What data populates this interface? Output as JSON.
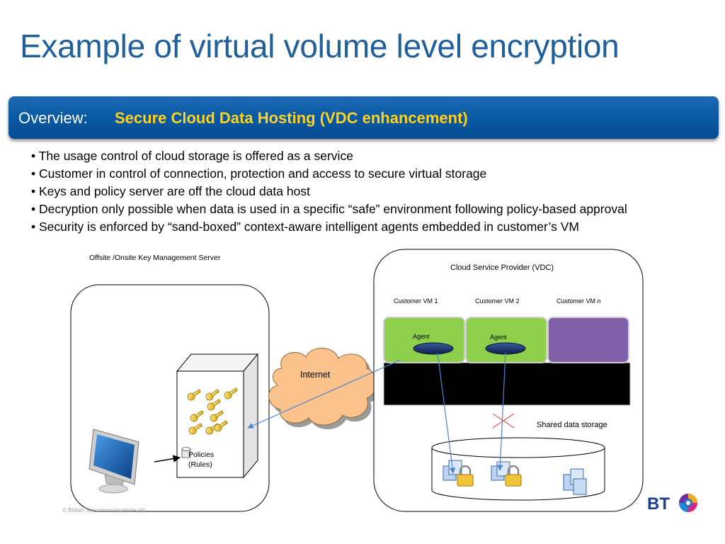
{
  "slide": {
    "title": "Example of virtual volume level encryption",
    "banner_lead": "Overview:",
    "banner_highlight": "Secure Cloud Data Hosting (VDC enhancement)",
    "bullets": [
      "The usage control of cloud storage is offered as a service",
      "Customer in control of connection, protection and access to secure virtual storage",
      "Keys and policy server are off the cloud data host",
      "Decryption only possible when data is used in a specific “safe” environment following policy-based approval",
      "Security is enforced by “sand-boxed” context-aware intelligent agents embedded in customer’s VM"
    ],
    "copyright": "© British Telecommunications plc",
    "logo_text": "BT"
  },
  "diagram": {
    "key_server_label": "Offsite /Onsite Key Management Server",
    "policies_label_line1": "Policies",
    "policies_label_line2": "(Rules)",
    "internet_label": "Internet",
    "cloud_provider_label": "Cloud Service Provider (VDC)",
    "vms": [
      "Customer VM 1",
      "Customer VM 2",
      "Customer VM n"
    ],
    "agent_label": "Agent",
    "storage_label": "Shared data storage"
  },
  "colors": {
    "title": "#1f5f9a",
    "banner": "#0b5aa5",
    "highlight": "#ffd21f",
    "vm_green": "#8ed04b",
    "vm_purple": "#8060a8",
    "cloud_orange": "#fcc28c",
    "arrow_blue": "#4a86d0",
    "cross_red": "#e03030"
  }
}
